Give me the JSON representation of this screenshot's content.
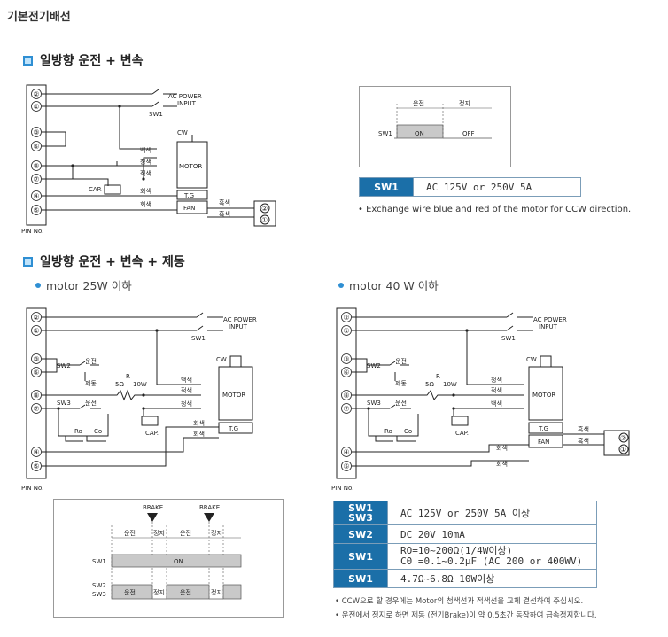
{
  "page_title": "기본전기배선",
  "sections": [
    {
      "title": "일방향 운전 + 변속"
    },
    {
      "title": "일방향 운전 + 변속 + 제동"
    }
  ],
  "subsections": [
    {
      "title": "motor 25W 이하"
    },
    {
      "title": "motor 40 W 이하"
    }
  ],
  "diagram1": {
    "terminals": [
      "②",
      "①",
      "③",
      "⑥",
      "⑧",
      "⑦",
      "④",
      "⑤"
    ],
    "pin_label": "PIN No.",
    "sw_label": "SW1",
    "ac_label": "AC POWER",
    "input_label": "INPUT",
    "cw_label": "CW",
    "motor_label": "MOTOR",
    "tg_label": "T.G",
    "fan_label": "FAN",
    "cap_label": "CAP.",
    "wire_white": "백색",
    "wire_blue": "청색",
    "wire_red": "적색",
    "wire_gray": "회색",
    "wire_black": "흑색",
    "fan_terminals": [
      "②",
      "①"
    ]
  },
  "timing1": {
    "run_label": "운전",
    "stop_label": "정지",
    "sw_label": "SW1",
    "on_label": "ON",
    "off_label": "OFF"
  },
  "spec1": {
    "rows": [
      {
        "name": "SW1",
        "value": "AC 125V or 250V 5A"
      }
    ],
    "note": "• Exchange wire blue and red of the motor for CCW direction."
  },
  "diagram2": {
    "terminals": [
      "②",
      "①",
      "③",
      "⑥",
      "⑧",
      "⑦",
      "④",
      "⑤"
    ],
    "pin_label": "PIN No.",
    "sw1": "SW1",
    "sw2": "SW2",
    "sw3": "SW3",
    "run": "운전",
    "brake": "제동",
    "r_label": "R",
    "r_value": "5Ω",
    "r_watt": "10W",
    "ro": "Ro",
    "co": "Co",
    "cap": "CAP.",
    "motor": "MOTOR",
    "tg": "T.G",
    "cw": "CW",
    "ac": "AC POWER",
    "input": "INPUT",
    "white": "백색",
    "red": "적색",
    "blue": "청색",
    "gray": "회색"
  },
  "diagram3": {
    "terminals": [
      "②",
      "①",
      "③",
      "⑥",
      "⑧",
      "⑦",
      "④",
      "⑤"
    ],
    "pin_label": "PIN No.",
    "sw1": "SW1",
    "sw2": "SW2",
    "sw3": "SW3",
    "run": "운전",
    "brake": "제동",
    "r_label": "R",
    "r_value": "5Ω",
    "r_watt": "10W",
    "ro": "Ro",
    "co": "Co",
    "cap": "CAP.",
    "motor": "MOTOR",
    "tg": "T.G",
    "fan": "FAN",
    "cw": "CW",
    "ac": "AC POWER",
    "input": "INPUT",
    "blue": "청색",
    "red": "적색",
    "white": "백색",
    "gray": "회색",
    "black": "흑색",
    "fan_terminals": [
      "②",
      "①"
    ]
  },
  "timing2": {
    "brake": "BRAKE",
    "run": "운전",
    "stop": "정지",
    "sw1": "SW1",
    "on": "ON",
    "sw2": "SW2",
    "sw3": "SW3"
  },
  "spec2": {
    "rows": [
      {
        "name": "SW1 SW3",
        "name1": "SW1",
        "name2": "SW3",
        "value": "AC 125V or 250V 5A 이상"
      },
      {
        "name": "SW2",
        "value": "DC 20V 10mA"
      },
      {
        "name": "SW1",
        "value1": "RO=10~200Ω(1/4W이상)",
        "value2": "C0 =0.1~0.2μF (AC 200 or 400WV)"
      },
      {
        "name": "SW1",
        "value": "4.7Ω~6.8Ω 10W이상"
      }
    ],
    "notes": [
      "• CCW으로 할 경우에는 Motor의 청색선과 적색선을 교체 결선하여 주십시오.",
      "• 운전에서 정지로 하면 제동 (전기Brake)이 약 0.5초간 동작하여 급속정지합니다."
    ]
  }
}
